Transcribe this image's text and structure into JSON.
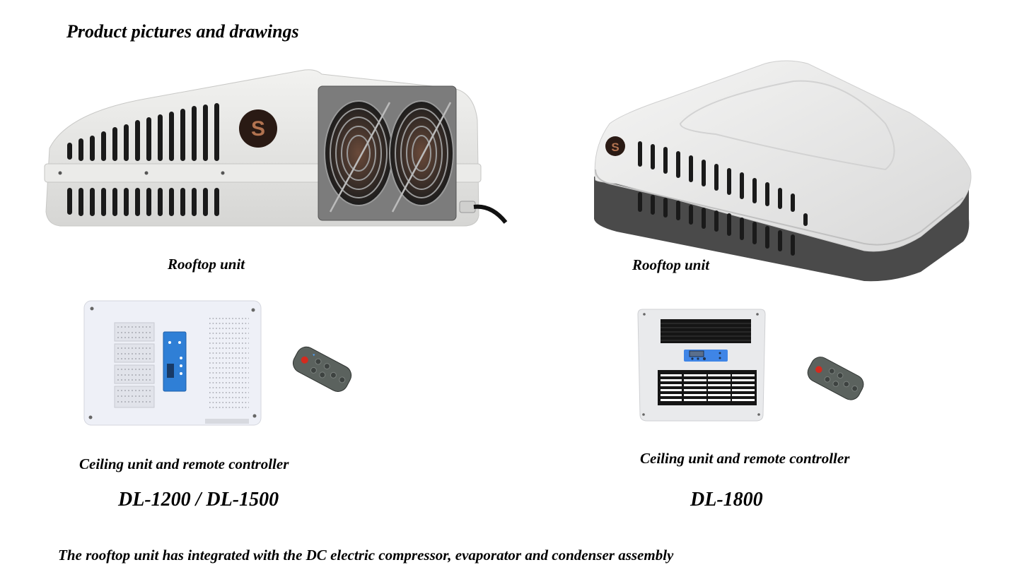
{
  "page": {
    "title": "Product pictures and drawings",
    "footnote": "The rooftop unit has integrated with the DC electric compressor, evaporator and condenser assembly"
  },
  "products": [
    {
      "model": "DL-1200 / DL-1500",
      "rooftop_caption": "Rooftop unit",
      "ceiling_caption": "Ceiling unit and remote controller",
      "rooftop_image": "rooftop-unit-twin-fan-icon",
      "ceiling_image": "ceiling-unit-blue-panel-icon",
      "remote_image": "remote-controller-icon"
    },
    {
      "model": "DL-1800",
      "rooftop_caption": "Rooftop unit",
      "ceiling_caption": "Ceiling unit and remote controller",
      "rooftop_image": "rooftop-unit-dome-icon",
      "ceiling_image": "ceiling-unit-grille-icon",
      "remote_image": "remote-controller-icon"
    }
  ],
  "colors": {
    "unit_body": "#e6e6e4",
    "unit_base_dark": "#4a4a4a",
    "panel_blue": "#2f7fd6",
    "remote_body": "#5b625e",
    "remote_power_button": "#d42a1e"
  }
}
